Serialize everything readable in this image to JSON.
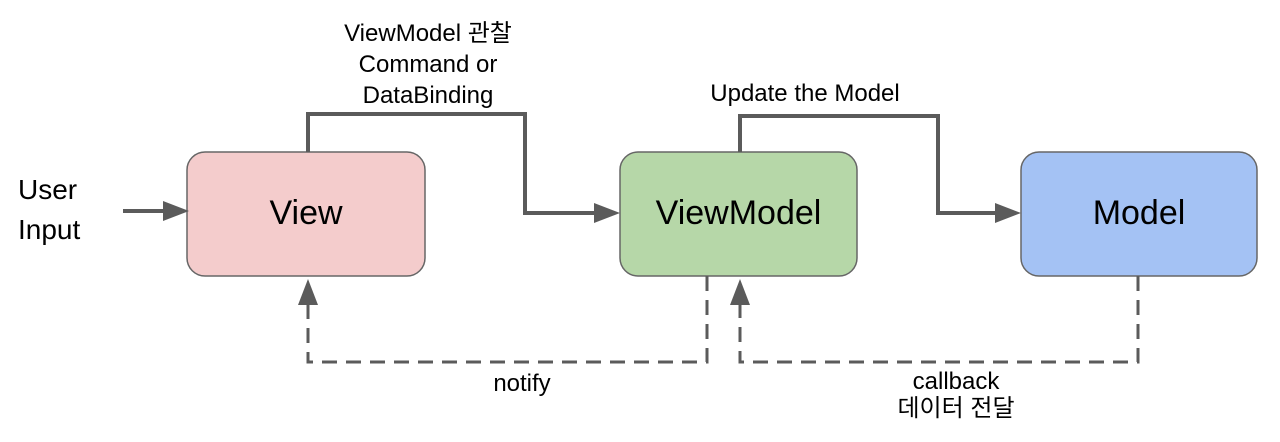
{
  "diagram": {
    "kind": "mvvm-flow-diagram",
    "nodes": {
      "view": {
        "label": "View",
        "fill": "#f4cccc"
      },
      "viewmodel": {
        "label": "ViewModel",
        "fill": "#b6d7a8"
      },
      "model": {
        "label": "Model",
        "fill": "#a4c2f4"
      }
    },
    "edges": {
      "user_input": {
        "label": "User\nInput"
      },
      "view_to_viewmodel": {
        "label": "ViewModel 관찰\nCommand or\nDataBinding"
      },
      "viewmodel_to_model": {
        "label": "Update the Model"
      },
      "notify": {
        "label": "notify"
      },
      "callback": {
        "label": "callback\n데이터 전달"
      }
    },
    "colors": {
      "connector": "#5b5b5b",
      "node_border": "#666666",
      "text": "#000000",
      "background": "#ffffff"
    }
  }
}
